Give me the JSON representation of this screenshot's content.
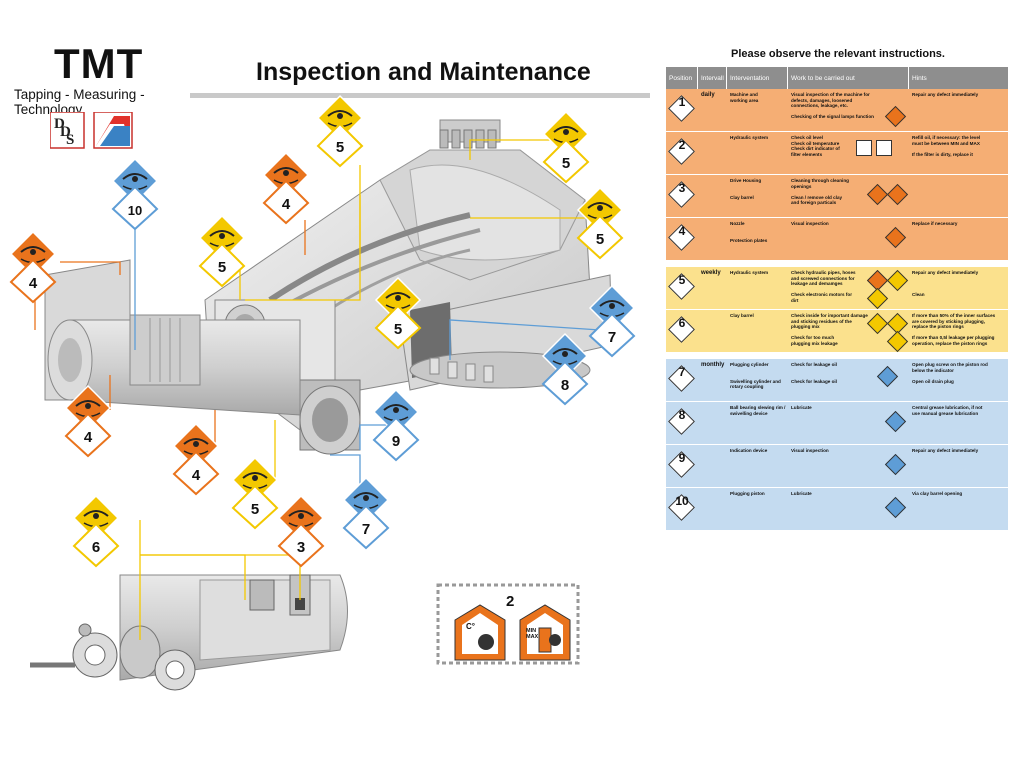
{
  "brand": {
    "name": "TMT",
    "tagline": "Tapping - Measuring - Technology"
  },
  "title": "Inspection and Maintenance",
  "instructions_note": "Please observe the relevant instructions.",
  "colors": {
    "daily": "#f5ae74",
    "weekly": "#fbe18d",
    "monthly": "#c4dbf0",
    "orange_icon": "#e9731c",
    "yellow_icon": "#f3c800",
    "blue_icon": "#5e9dd6",
    "header": "#8e8e8e"
  },
  "table": {
    "headers": [
      "Position",
      "Intervall",
      "Interventation",
      "Work to be  carried out",
      "Hints"
    ],
    "rows": [
      {
        "position": "1",
        "interval": "daily",
        "section": "daily",
        "intervention": [
          "Machine and",
          "working area"
        ],
        "work": [
          "Visual inspection of the machine for",
          "defects, damages, loosened",
          "connections, leakage, etc.",
          "",
          "Checking of the signal lamps function"
        ],
        "hints": [
          "Repair any defect immediately"
        ]
      },
      {
        "position": "2",
        "interval": "",
        "section": "daily",
        "intervention": [
          "Hydraulic system"
        ],
        "work": [
          "Check oil level",
          "Check oil temperature",
          "Check dirt indicator of",
          "filter elements"
        ],
        "hints": [
          "Refill oil, if necessary: the level",
          "must be between MIN and MAX",
          "",
          "If the filter is dirty, replace it"
        ]
      },
      {
        "position": "3",
        "interval": "",
        "section": "daily",
        "intervention": [
          "Drive Housing",
          "",
          "",
          "Clay barrel"
        ],
        "work": [
          "Cleaning through cleaning",
          "openings",
          "",
          "Clean / remove old clay",
          "and foreign particals"
        ],
        "hints": []
      },
      {
        "position": "4",
        "interval": "",
        "section": "daily",
        "intervention": [
          "Nozzle",
          "",
          "",
          "Protection plates"
        ],
        "work": [
          "Visual inspection"
        ],
        "hints": [
          "Replace if necessary"
        ]
      },
      {
        "position": "5",
        "interval": "weekly",
        "section": "weekly",
        "intervention": [
          "Hydraulic system"
        ],
        "work": [
          "Check hydraulic pipes, hoses",
          "and screwed connections for",
          "leakage and demamges",
          "",
          "Check electronic motors for",
          "dirt"
        ],
        "hints": [
          "Repair any defect immediately",
          "",
          "",
          "",
          "Clean"
        ]
      },
      {
        "position": "6",
        "interval": "",
        "section": "weekly",
        "intervention": [
          "Clay barrel"
        ],
        "work": [
          "Check inside for important damage",
          "and sticking residues of the",
          "plugging mix",
          "",
          "Check for too much",
          "plugging mix leakage"
        ],
        "hints": [
          "If more than 50% of the inner surfaces",
          "are covered by sticking plugging,",
          "replace the piston rings",
          "",
          "If more than 0,5l leakage per plugging",
          "operation, replace the piston rings"
        ]
      },
      {
        "position": "7",
        "interval": "monthly",
        "section": "monthly",
        "intervention": [
          "Plugging cylinder",
          "",
          "",
          "Swivelling cylinder and",
          "rotary coupling"
        ],
        "work": [
          "Check for leakage oil",
          "",
          "",
          "Check for leakage oil"
        ],
        "hints": [
          "Open plug screw on the piston rod",
          "below the indicator",
          "",
          "Open oil drain plug"
        ]
      },
      {
        "position": "8",
        "interval": "",
        "section": "monthly",
        "intervention": [
          "Ball bearing slewing rim /",
          "swivelling device"
        ],
        "work": [
          "Lubricate"
        ],
        "hints": [
          "Central grease lubrication, if not",
          "use manual grease lubrication"
        ]
      },
      {
        "position": "9",
        "interval": "",
        "section": "monthly",
        "intervention": [
          "Indication device"
        ],
        "work": [
          "Visual inspection"
        ],
        "hints": [
          "Repair any defect immediately"
        ]
      },
      {
        "position": "10",
        "interval": "",
        "section": "monthly",
        "intervention": [
          "Plugging piston"
        ],
        "work": [
          "Lubricate"
        ],
        "hints": [
          "Via clay barrel opening"
        ]
      }
    ]
  },
  "callouts": [
    {
      "num": "5",
      "color": "yellow",
      "icon": "eye-icon"
    },
    {
      "num": "5",
      "color": "yellow",
      "icon": "eye-icon"
    },
    {
      "num": "4",
      "color": "orange",
      "icon": "eye-icon"
    },
    {
      "num": "10",
      "color": "blue",
      "icon": "grease-gun-icon"
    },
    {
      "num": "5",
      "color": "yellow",
      "icon": "eye-icon"
    },
    {
      "num": "5",
      "color": "yellow",
      "icon": "eye-icon"
    },
    {
      "num": "4",
      "color": "orange",
      "icon": "eye-icon"
    },
    {
      "num": "5",
      "color": "yellow",
      "icon": "eye-icon"
    },
    {
      "num": "7",
      "color": "blue",
      "icon": "eye-icon"
    },
    {
      "num": "8",
      "color": "blue",
      "icon": "grease-gun-icon"
    },
    {
      "num": "4",
      "color": "orange",
      "icon": "eye-icon"
    },
    {
      "num": "9",
      "color": "blue",
      "icon": "eye-icon"
    },
    {
      "num": "4",
      "color": "orange",
      "icon": "eye-icon"
    },
    {
      "num": "5",
      "color": "yellow",
      "icon": "eye-icon"
    },
    {
      "num": "3",
      "color": "orange",
      "icon": "cleaning-icon"
    },
    {
      "num": "7",
      "color": "blue",
      "icon": "eye-icon"
    },
    {
      "num": "6",
      "color": "yellow",
      "icon": "eye-icon"
    }
  ],
  "detail_box": {
    "num": "2",
    "labels": [
      "C°",
      "MIN",
      "MAX"
    ]
  }
}
